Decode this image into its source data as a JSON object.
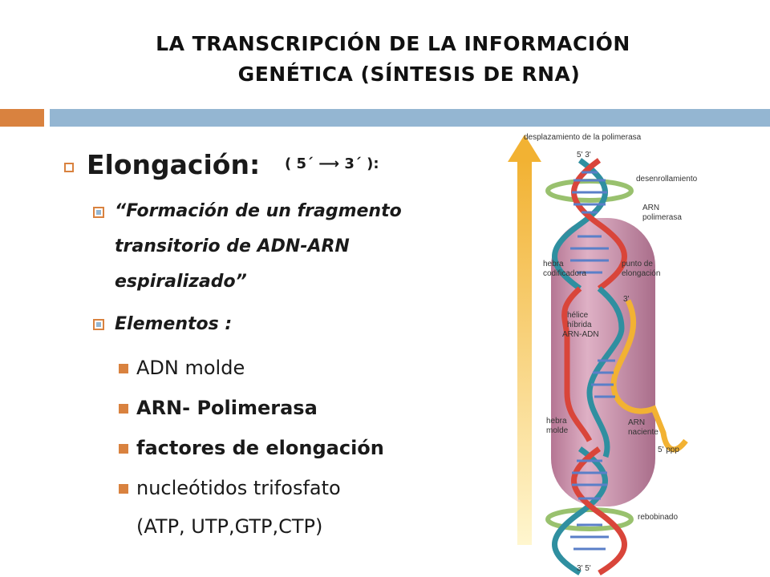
{
  "slide": {
    "title_line1": "LA TRANSCRIPCIÓN DE LA INFORMACIÓN",
    "title_line2": "GENÉTICA (SÍNTESIS DE RNA)"
  },
  "content": {
    "heading": "Elongación:",
    "direction": "( 5´ ⟶ 3´ ):",
    "point1_line1": "“Formación de un fragmento",
    "point1_line2": "transitorio de  ADN-ARN",
    "point1_line3": "espiralizado”",
    "point2": "Elementos :",
    "elements": [
      "ADN molde",
      "ARN- Polimerasa",
      "factores de elongación",
      "nucleótidos trifosfato",
      "(ATP, UTP,GTP,CTP)"
    ]
  },
  "figure": {
    "label_top": "desplazamiento de la polimerasa",
    "label_53_top": "5'  3'",
    "label_unwind": "desenrollamiento",
    "label_arn1": "ARN",
    "label_arn2": "polimerasa",
    "label_hebra_cod1": "hebra",
    "label_hebra_cod2": "codificadora",
    "label_punto1": "punto de",
    "label_punto2": "elongación",
    "label_3prime": "3'",
    "label_helice1": "hélice",
    "label_helice2": "híbrida",
    "label_helice3": "ARN-ADN",
    "label_hebra_molde1": "hebra",
    "label_hebra_molde2": "molde",
    "label_naciente1": "ARN",
    "label_naciente2": "naciente",
    "label_5ppp": "5' ppp",
    "label_rebobinado": "rebobinado",
    "label_35_bottom": "3'  5'"
  },
  "colors": {
    "accent_orange": "#d9823f",
    "accent_blue": "#94b6d2",
    "polymerase": "#c07a9a",
    "dna_red": "#d9453a",
    "dna_teal": "#2f8fa0",
    "rna_yellow": "#f2b233"
  }
}
